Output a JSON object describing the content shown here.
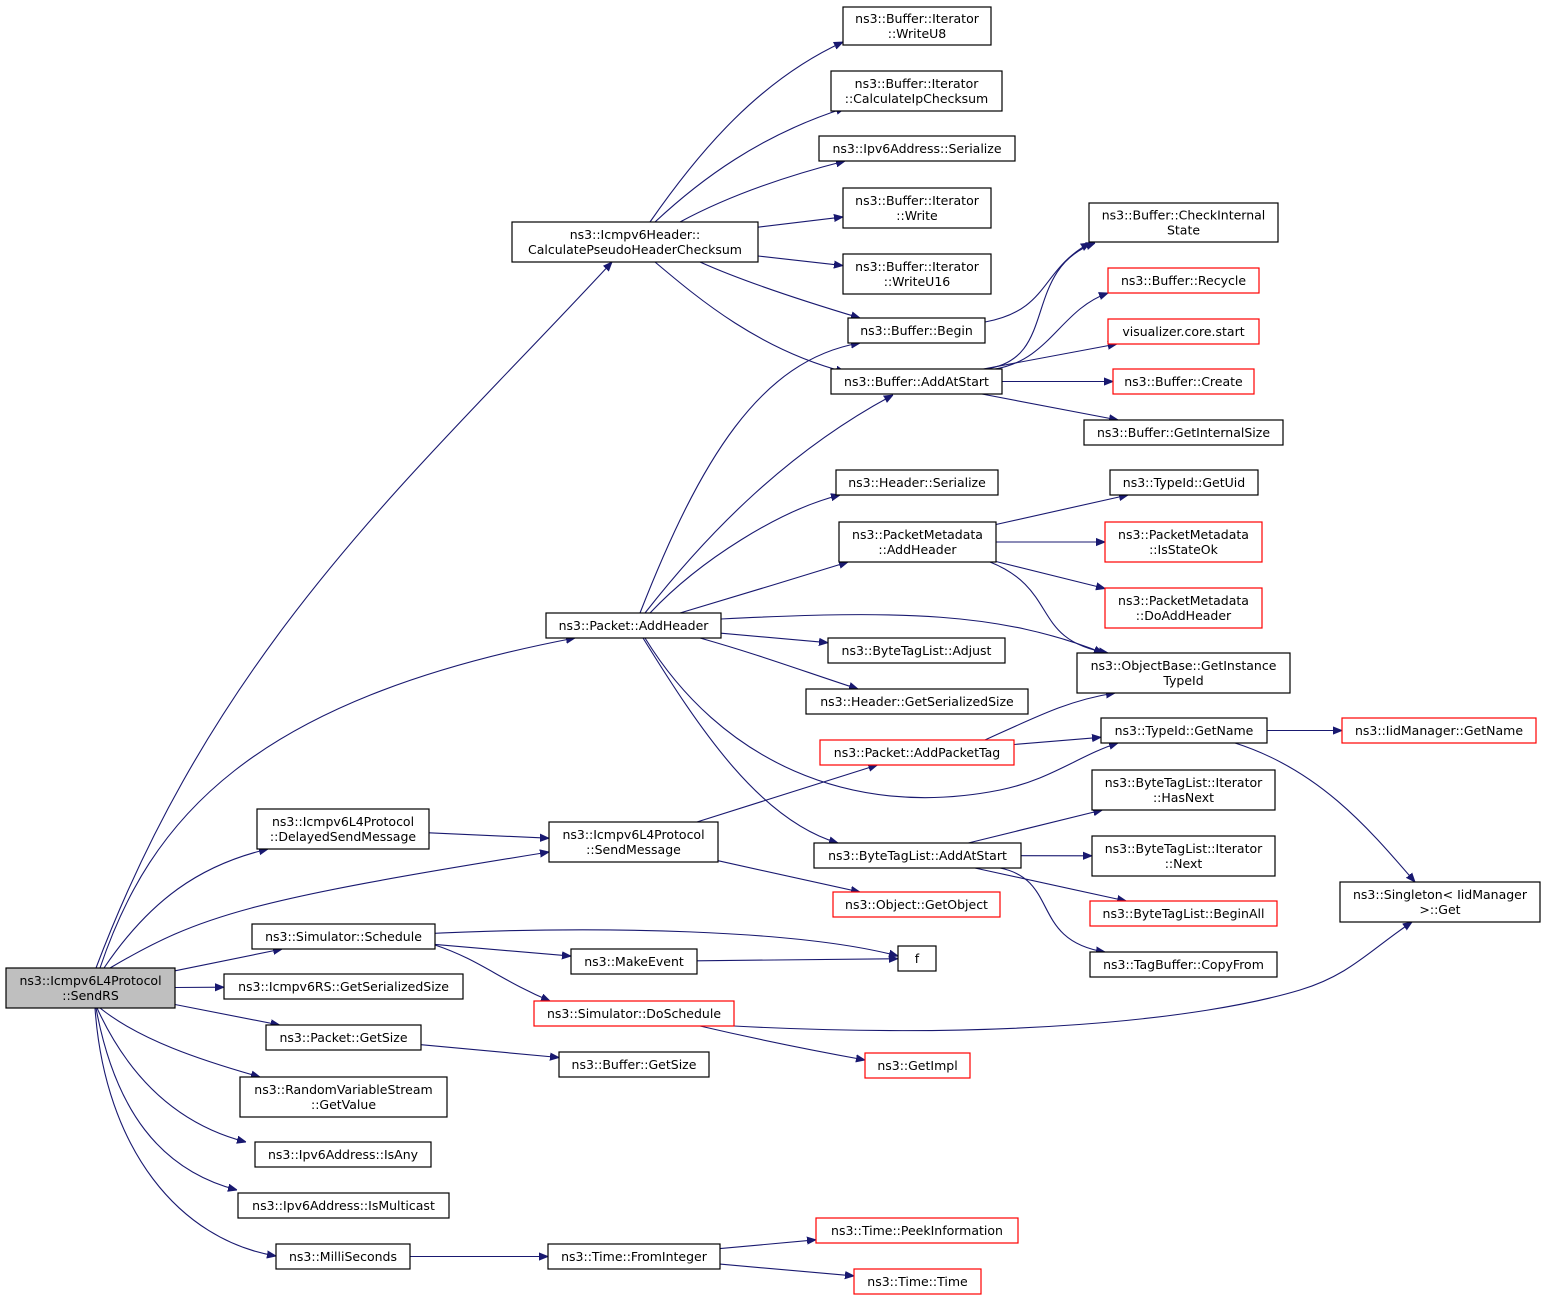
{
  "diagram": {
    "colors": {
      "edge": "#191970",
      "node_border": "#000000",
      "node_border_undocumented": "#ff0000",
      "root_fill": "#bfbfbf",
      "node_fill": "#ffffff"
    },
    "nodes": [
      {
        "id": "sendrs",
        "lines": [
          "ns3::Icmpv6L4Protocol",
          "::SendRS"
        ],
        "style": "root"
      },
      {
        "id": "calcpseudo",
        "lines": [
          "ns3::Icmpv6Header::",
          "CalculatePseudoHeaderChecksum"
        ],
        "style": "normal"
      },
      {
        "id": "writeu8",
        "lines": [
          "ns3::Buffer::Iterator",
          "::WriteU8"
        ],
        "style": "normal"
      },
      {
        "id": "calcip",
        "lines": [
          "ns3::Buffer::Iterator",
          "::CalculateIpChecksum"
        ],
        "style": "normal"
      },
      {
        "id": "ipv6ser",
        "lines": [
          "ns3::Ipv6Address::Serialize"
        ],
        "style": "normal"
      },
      {
        "id": "write",
        "lines": [
          "ns3::Buffer::Iterator",
          "::Write"
        ],
        "style": "normal"
      },
      {
        "id": "writeu16",
        "lines": [
          "ns3::Buffer::Iterator",
          "::WriteU16"
        ],
        "style": "normal"
      },
      {
        "id": "checkinternal",
        "lines": [
          "ns3::Buffer::CheckInternal",
          "State"
        ],
        "style": "normal"
      },
      {
        "id": "recycle",
        "lines": [
          "ns3::Buffer::Recycle"
        ],
        "style": "red"
      },
      {
        "id": "vizstart",
        "lines": [
          "visualizer.core.start"
        ],
        "style": "red"
      },
      {
        "id": "bufbegin",
        "lines": [
          "ns3::Buffer::Begin"
        ],
        "style": "normal"
      },
      {
        "id": "addatstart",
        "lines": [
          "ns3::Buffer::AddAtStart"
        ],
        "style": "normal"
      },
      {
        "id": "bufcreate",
        "lines": [
          "ns3::Buffer::Create"
        ],
        "style": "red"
      },
      {
        "id": "getinternal",
        "lines": [
          "ns3::Buffer::GetInternalSize"
        ],
        "style": "normal"
      },
      {
        "id": "hdrser",
        "lines": [
          "ns3::Header::Serialize"
        ],
        "style": "normal"
      },
      {
        "id": "getuid",
        "lines": [
          "ns3::TypeId::GetUid"
        ],
        "style": "normal"
      },
      {
        "id": "pmaddheader",
        "lines": [
          "ns3::PacketMetadata",
          "::AddHeader"
        ],
        "style": "normal"
      },
      {
        "id": "isstateok",
        "lines": [
          "ns3::PacketMetadata",
          "::IsStateOk"
        ],
        "style": "red"
      },
      {
        "id": "doaddheader",
        "lines": [
          "ns3::PacketMetadata",
          "::DoAddHeader"
        ],
        "style": "red"
      },
      {
        "id": "pktaddheader",
        "lines": [
          "ns3::Packet::AddHeader"
        ],
        "style": "normal"
      },
      {
        "id": "btladjust",
        "lines": [
          "ns3::ByteTagList::Adjust"
        ],
        "style": "normal"
      },
      {
        "id": "getinsttype",
        "lines": [
          "ns3::ObjectBase::GetInstance",
          "TypeId"
        ],
        "style": "normal"
      },
      {
        "id": "hdrgetser",
        "lines": [
          "ns3::Header::GetSerializedSize"
        ],
        "style": "normal"
      },
      {
        "id": "typegetname",
        "lines": [
          "ns3::TypeId::GetName"
        ],
        "style": "normal"
      },
      {
        "id": "iidgetname",
        "lines": [
          "ns3::IidManager::GetName"
        ],
        "style": "red"
      },
      {
        "id": "addpackettag",
        "lines": [
          "ns3::Packet::AddPacketTag"
        ],
        "style": "red"
      },
      {
        "id": "hasnext",
        "lines": [
          "ns3::ByteTagList::Iterator",
          "::HasNext"
        ],
        "style": "normal"
      },
      {
        "id": "delayedsend",
        "lines": [
          "ns3::Icmpv6L4Protocol",
          "::DelayedSendMessage"
        ],
        "style": "normal"
      },
      {
        "id": "sendmessage",
        "lines": [
          "ns3::Icmpv6L4Protocol",
          "::SendMessage"
        ],
        "style": "normal"
      },
      {
        "id": "btladdatstart",
        "lines": [
          "ns3::ByteTagList::AddAtStart"
        ],
        "style": "normal"
      },
      {
        "id": "btlnext",
        "lines": [
          "ns3::ByteTagList::Iterator",
          "::Next"
        ],
        "style": "normal"
      },
      {
        "id": "singletonget",
        "lines": [
          "ns3::Singleton< IidManager",
          ">::Get"
        ],
        "style": "normal"
      },
      {
        "id": "getobject",
        "lines": [
          "ns3::Object::GetObject"
        ],
        "style": "red"
      },
      {
        "id": "beginall",
        "lines": [
          "ns3::ByteTagList::BeginAll"
        ],
        "style": "red"
      },
      {
        "id": "schedule",
        "lines": [
          "ns3::Simulator::Schedule"
        ],
        "style": "normal"
      },
      {
        "id": "f",
        "lines": [
          "f"
        ],
        "style": "normal"
      },
      {
        "id": "makeevent",
        "lines": [
          "ns3::MakeEvent"
        ],
        "style": "normal"
      },
      {
        "id": "copyfrom",
        "lines": [
          "ns3::TagBuffer::CopyFrom"
        ],
        "style": "normal"
      },
      {
        "id": "rsgetser",
        "lines": [
          "ns3::Icmpv6RS::GetSerializedSize"
        ],
        "style": "normal"
      },
      {
        "id": "doschedule",
        "lines": [
          "ns3::Simulator::DoSchedule"
        ],
        "style": "red"
      },
      {
        "id": "pktgetsize",
        "lines": [
          "ns3::Packet::GetSize"
        ],
        "style": "normal"
      },
      {
        "id": "bufgetsize",
        "lines": [
          "ns3::Buffer::GetSize"
        ],
        "style": "normal"
      },
      {
        "id": "getimpl",
        "lines": [
          "ns3::GetImpl"
        ],
        "style": "red"
      },
      {
        "id": "rvsgetvalue",
        "lines": [
          "ns3::RandomVariableStream",
          "::GetValue"
        ],
        "style": "normal"
      },
      {
        "id": "isany",
        "lines": [
          "ns3::Ipv6Address::IsAny"
        ],
        "style": "normal"
      },
      {
        "id": "ismulticast",
        "lines": [
          "ns3::Ipv6Address::IsMulticast"
        ],
        "style": "normal"
      },
      {
        "id": "peekinfo",
        "lines": [
          "ns3::Time::PeekInformation"
        ],
        "style": "red"
      },
      {
        "id": "milliseconds",
        "lines": [
          "ns3::MilliSeconds"
        ],
        "style": "normal"
      },
      {
        "id": "fromint",
        "lines": [
          "ns3::Time::FromInteger"
        ],
        "style": "normal"
      },
      {
        "id": "timetime",
        "lines": [
          "ns3::Time::Time"
        ],
        "style": "red"
      }
    ],
    "edges": [
      [
        "sendrs",
        "calcpseudo"
      ],
      [
        "sendrs",
        "pktaddheader"
      ],
      [
        "sendrs",
        "delayedsend"
      ],
      [
        "sendrs",
        "sendmessage"
      ],
      [
        "sendrs",
        "schedule"
      ],
      [
        "sendrs",
        "rsgetser"
      ],
      [
        "sendrs",
        "pktgetsize"
      ],
      [
        "sendrs",
        "rvsgetvalue"
      ],
      [
        "sendrs",
        "isany"
      ],
      [
        "sendrs",
        "ismulticast"
      ],
      [
        "sendrs",
        "milliseconds"
      ],
      [
        "calcpseudo",
        "writeu8"
      ],
      [
        "calcpseudo",
        "calcip"
      ],
      [
        "calcpseudo",
        "ipv6ser"
      ],
      [
        "calcpseudo",
        "write"
      ],
      [
        "calcpseudo",
        "writeu16"
      ],
      [
        "calcpseudo",
        "bufbegin"
      ],
      [
        "calcpseudo",
        "addatstart"
      ],
      [
        "bufbegin",
        "checkinternal"
      ],
      [
        "addatstart",
        "checkinternal"
      ],
      [
        "addatstart",
        "recycle"
      ],
      [
        "addatstart",
        "vizstart"
      ],
      [
        "addatstart",
        "bufcreate"
      ],
      [
        "addatstart",
        "getinternal"
      ],
      [
        "pktaddheader",
        "bufbegin"
      ],
      [
        "pktaddheader",
        "addatstart"
      ],
      [
        "pktaddheader",
        "hdrser"
      ],
      [
        "pktaddheader",
        "pmaddheader"
      ],
      [
        "pktaddheader",
        "getinsttype"
      ],
      [
        "pktaddheader",
        "btladjust"
      ],
      [
        "pktaddheader",
        "hdrgetser"
      ],
      [
        "pktaddheader",
        "typegetname"
      ],
      [
        "pktaddheader",
        "btladdatstart"
      ],
      [
        "pmaddheader",
        "getuid"
      ],
      [
        "pmaddheader",
        "isstateok"
      ],
      [
        "pmaddheader",
        "doaddheader"
      ],
      [
        "pmaddheader",
        "getinsttype"
      ],
      [
        "addpackettag",
        "getinsttype"
      ],
      [
        "addpackettag",
        "typegetname"
      ],
      [
        "typegetname",
        "iidgetname"
      ],
      [
        "typegetname",
        "singletonget"
      ],
      [
        "delayedsend",
        "sendmessage"
      ],
      [
        "sendmessage",
        "addpackettag"
      ],
      [
        "sendmessage",
        "getobject"
      ],
      [
        "btladdatstart",
        "hasnext"
      ],
      [
        "btladdatstart",
        "btlnext"
      ],
      [
        "btladdatstart",
        "beginall"
      ],
      [
        "btladdatstart",
        "copyfrom"
      ],
      [
        "schedule",
        "f"
      ],
      [
        "schedule",
        "makeevent"
      ],
      [
        "schedule",
        "doschedule"
      ],
      [
        "makeevent",
        "f"
      ],
      [
        "doschedule",
        "singletonget"
      ],
      [
        "doschedule",
        "getimpl"
      ],
      [
        "pktgetsize",
        "bufgetsize"
      ],
      [
        "milliseconds",
        "fromint"
      ],
      [
        "fromint",
        "peekinfo"
      ],
      [
        "fromint",
        "timetime"
      ]
    ]
  }
}
